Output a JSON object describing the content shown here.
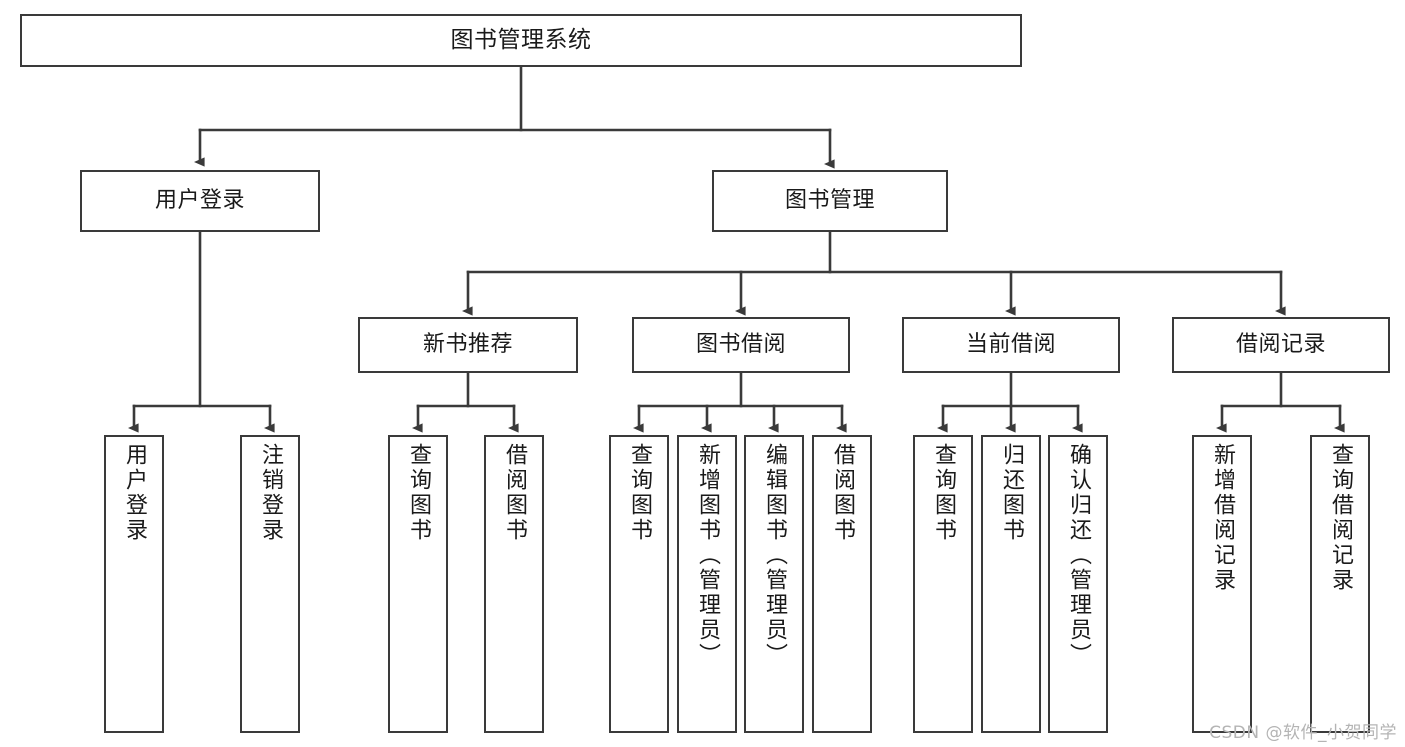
{
  "diagram": {
    "title": "图书管理系统",
    "type": "tree-hierarchy-diagram",
    "watermark": "CSDN @软件_小贺同学",
    "colors": {
      "box_border": "#3a3a3a",
      "box_fill": "#ffffff",
      "edge": "#3a3a3a",
      "text": "#1a1a1a",
      "watermark": "#b4b4b4",
      "background": "#ffffff"
    },
    "nodes": {
      "root": {
        "label": "图书管理系统"
      },
      "level2": [
        {
          "label": "用户登录"
        },
        {
          "label": "图书管理"
        }
      ],
      "level3": [
        {
          "label": "新书推荐"
        },
        {
          "label": "图书借阅"
        },
        {
          "label": "当前借阅"
        },
        {
          "label": "借阅记录"
        }
      ],
      "leaves": {
        "user_login": [
          {
            "label": "用户登录"
          },
          {
            "label": "注销登录"
          }
        ],
        "new_book_recommend": [
          {
            "label": "查询图书"
          },
          {
            "label": "借阅图书"
          }
        ],
        "book_borrow": [
          {
            "label": "查询图书"
          },
          {
            "label": "新增图书（管理员）"
          },
          {
            "label": "编辑图书（管理员）"
          },
          {
            "label": "借阅图书"
          }
        ],
        "current_borrow": [
          {
            "label": "查询图书"
          },
          {
            "label": "归还图书"
          },
          {
            "label": "确认归还（管理员）"
          }
        ],
        "borrow_record": [
          {
            "label": "新增借阅记录"
          },
          {
            "label": "查询借阅记录"
          }
        ]
      }
    }
  }
}
